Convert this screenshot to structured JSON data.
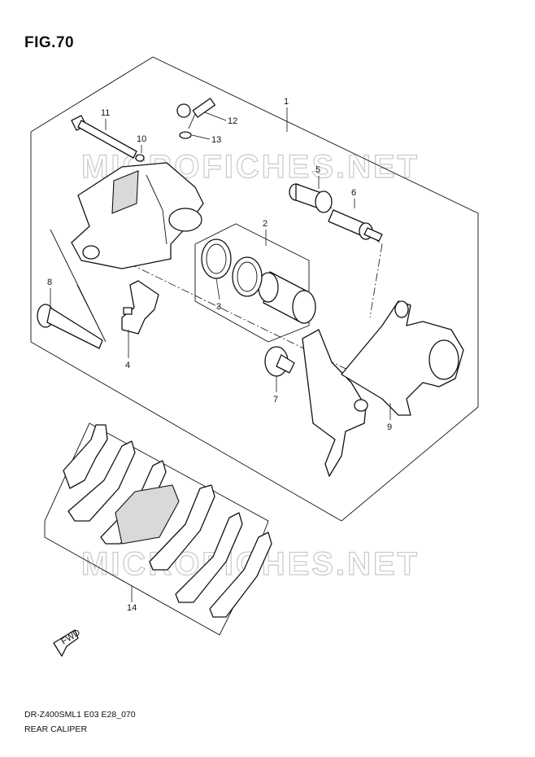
{
  "figure": {
    "title": "FIG.70",
    "code": "DR-Z400SML1 E03 E28_070",
    "name": "REAR CALIPER"
  },
  "watermark": {
    "text": "MICROFICHES.NET"
  },
  "fwd_label": "FWD",
  "callouts": [
    "1",
    "2",
    "3",
    "4",
    "5",
    "6",
    "7",
    "8",
    "9",
    "10",
    "11",
    "12",
    "13",
    "14"
  ]
}
